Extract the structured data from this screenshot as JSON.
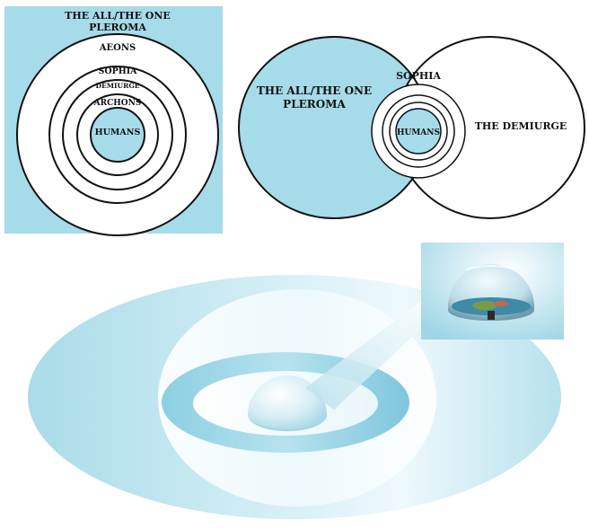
{
  "concentric_diagram": {
    "title_line1": "THE ALL/THE ONE",
    "title_line2": "PLEROMA",
    "aeons": "AEONS",
    "sophia": "SOPHIA",
    "demiurge": "DEMIURGE",
    "archons": "ARCHONS",
    "humans": "HUMANS"
  },
  "venn_diagram": {
    "left_line1": "THE ALL/THE ONE",
    "left_line2": "PLEROMA",
    "sophia": "SOPHIA",
    "humans": "HUMANS",
    "right": "THE DEMIURGE"
  },
  "colors": {
    "light_blue": "#a6dbe9",
    "stroke": "#111111"
  }
}
